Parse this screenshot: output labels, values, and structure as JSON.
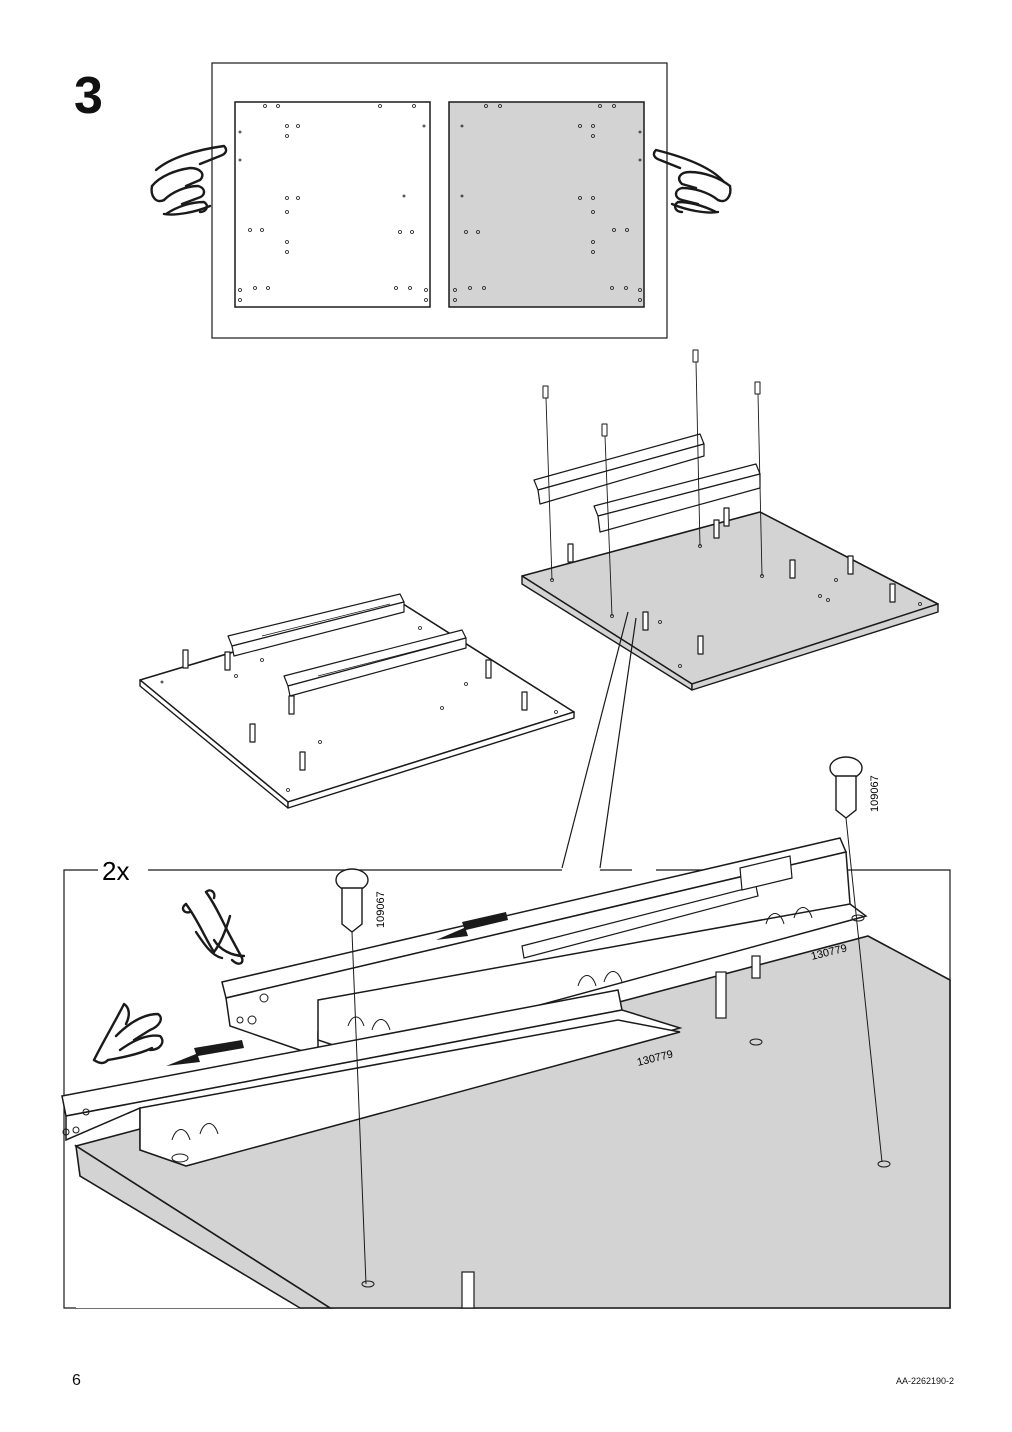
{
  "step": {
    "number": "3"
  },
  "detail": {
    "quantity": "2x",
    "screw_part_number": "109067",
    "rail_part_number": "130779"
  },
  "footer": {
    "page_number": "6",
    "document_code": "AA-2262190-2"
  },
  "colors": {
    "line": "#1a1a1a",
    "panel_grey": "#d3d3d3",
    "background": "#ffffff"
  },
  "icons": [
    "hand-pointing-icon",
    "hand-pressing-icon",
    "screw-icon",
    "arrow-direction-icon"
  ]
}
